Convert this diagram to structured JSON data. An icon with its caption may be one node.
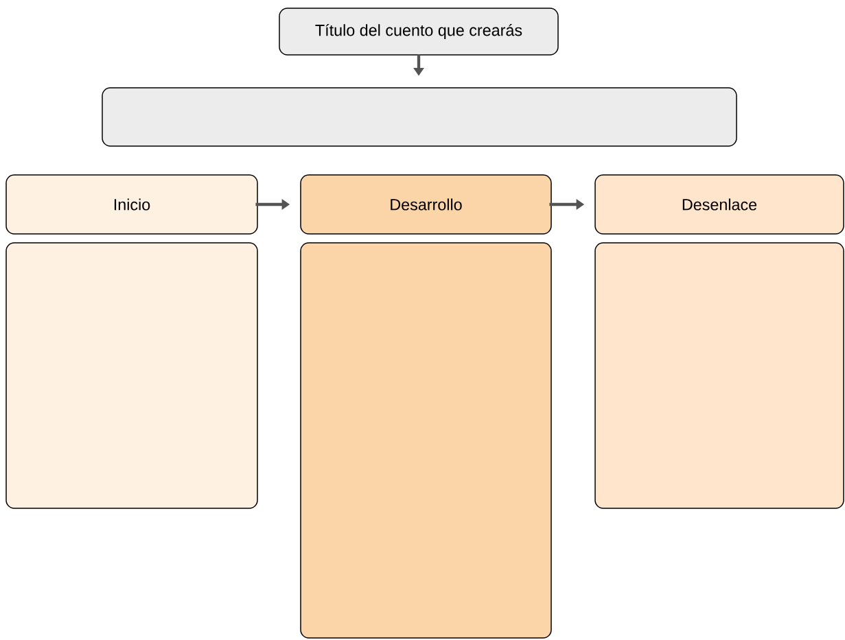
{
  "diagram": {
    "nodes": [
      {
        "text": [
          "Título del cuento que crearás"
        ]
      },
      {
        "text": [],
        "shape": "box"
      },
      {
        "text": [
          "Inicio"
        ]
      },
      {
        "text": [],
        "shape": "box"
      },
      {
        "text": [
          "Desarrollo"
        ]
      },
      {
        "text": [],
        "shape": "box"
      },
      {
        "text": [
          "Desenlace"
        ]
      },
      {
        "text": [],
        "shape": "box"
      }
    ],
    "edges": [
      {
        "from": 0,
        "to": 1,
        "arrow": "to"
      },
      {
        "from": 2,
        "to": 4,
        "arrow": "to"
      },
      {
        "from": 4,
        "to": 6,
        "arrow": "to"
      }
    ]
  }
}
